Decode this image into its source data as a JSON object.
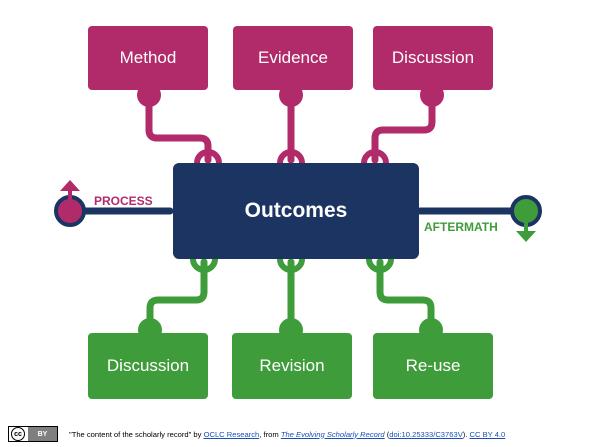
{
  "diagram": {
    "center_label": "Outcomes",
    "top_boxes": [
      "Method",
      "Evidence",
      "Discussion"
    ],
    "bottom_boxes": [
      "Discussion",
      "Revision",
      "Re-use"
    ],
    "left_label": "PROCESS",
    "right_label": "AFTERMATH",
    "colors": {
      "magenta": "#b12b6b",
      "green": "#3f9c3b",
      "navy": "#1b3461"
    }
  },
  "credit": {
    "license_badge": "cc",
    "license_badge_by": "BY",
    "quote": "\"The content of the scholarly record\"",
    "by_text": " by ",
    "org_link": "OCLC Research",
    "from_text": ", from ",
    "report_link": "The Evolving Scholarly Record",
    "doi_open": " (",
    "doi_link": "doi:10.25333/C3763V",
    "doi_close": "). ",
    "license_link": "CC BY 4.0"
  }
}
